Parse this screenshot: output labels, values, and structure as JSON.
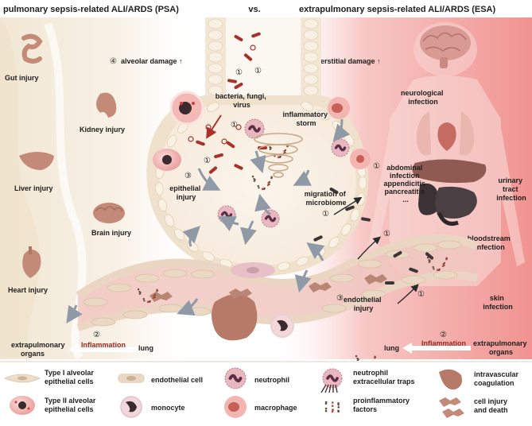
{
  "header": {
    "left_title": "pulmonary sepsis-related ALI/ARDS (PSA)",
    "vs": "vs.",
    "right_title": "extrapulmonary sepsis-related ALI/ARDS (ESA)"
  },
  "markers": {
    "one": "①",
    "two": "②",
    "three": "③",
    "four": "④"
  },
  "damage": {
    "alveolar": "alveolar damage ↑",
    "interstitial": "interstitial damage ↑"
  },
  "left_organs": [
    "Gut injury",
    "Kidney injury",
    "Liver injury",
    "Brain injury",
    "Heart injury"
  ],
  "right_sites": {
    "neurological": [
      "neurological",
      "infection"
    ],
    "abdominal": [
      "abdominal",
      "infection",
      "appendicitis",
      "pancreatitis",
      "..."
    ],
    "urinary": [
      "urinary",
      "tract",
      "infection"
    ],
    "bloodstream": [
      "bloodstream",
      "infection"
    ],
    "skin": [
      "skin",
      "infection"
    ]
  },
  "center_labels": {
    "pathogens": [
      "bacteria, fungi,",
      "virus"
    ],
    "storm": [
      "inflammatory",
      "storm"
    ],
    "migration": [
      "migration of",
      "microbiome"
    ],
    "epithelial": [
      "epithelial",
      "injury"
    ],
    "endothelial": [
      "endothelial",
      "injury"
    ]
  },
  "bottom_flow": {
    "left_organs": [
      "extrapulmonary",
      "organs"
    ],
    "left_inflammation": "Inflammation",
    "left_lung": "lung",
    "right_inflammation": "Inflammation",
    "right_lung": "lung",
    "right_organs": [
      "extrapulmonary",
      "organs"
    ]
  },
  "legend": {
    "type1": [
      "Type I alveolar",
      "epithelial cells"
    ],
    "type2": [
      "Type II alveolar",
      "epithelial cells"
    ],
    "endothelial": "endothelial cell",
    "monocyte": "monocyte",
    "neutrophil": "neutrophil",
    "macrophage": "macrophage",
    "net": [
      "neutrophil",
      "extracellular traps"
    ],
    "proinflammatory": [
      "proinflammatory",
      "factors"
    ],
    "intravascular": [
      "intravascular",
      "coagulation"
    ],
    "celldeath": [
      "cell injury",
      "and death"
    ]
  },
  "colors": {
    "right_panel_red": "#f39a9a",
    "left_panel_cream": "#f4ecd9",
    "alveolus_wall": "#efe3cf",
    "inflammation_red": "#9a2a22",
    "bacteria": "#a8322a",
    "cell_pink": "#e9a7a5",
    "nucleus": "#3b2a2f",
    "organ_brown": "#c48a78"
  }
}
